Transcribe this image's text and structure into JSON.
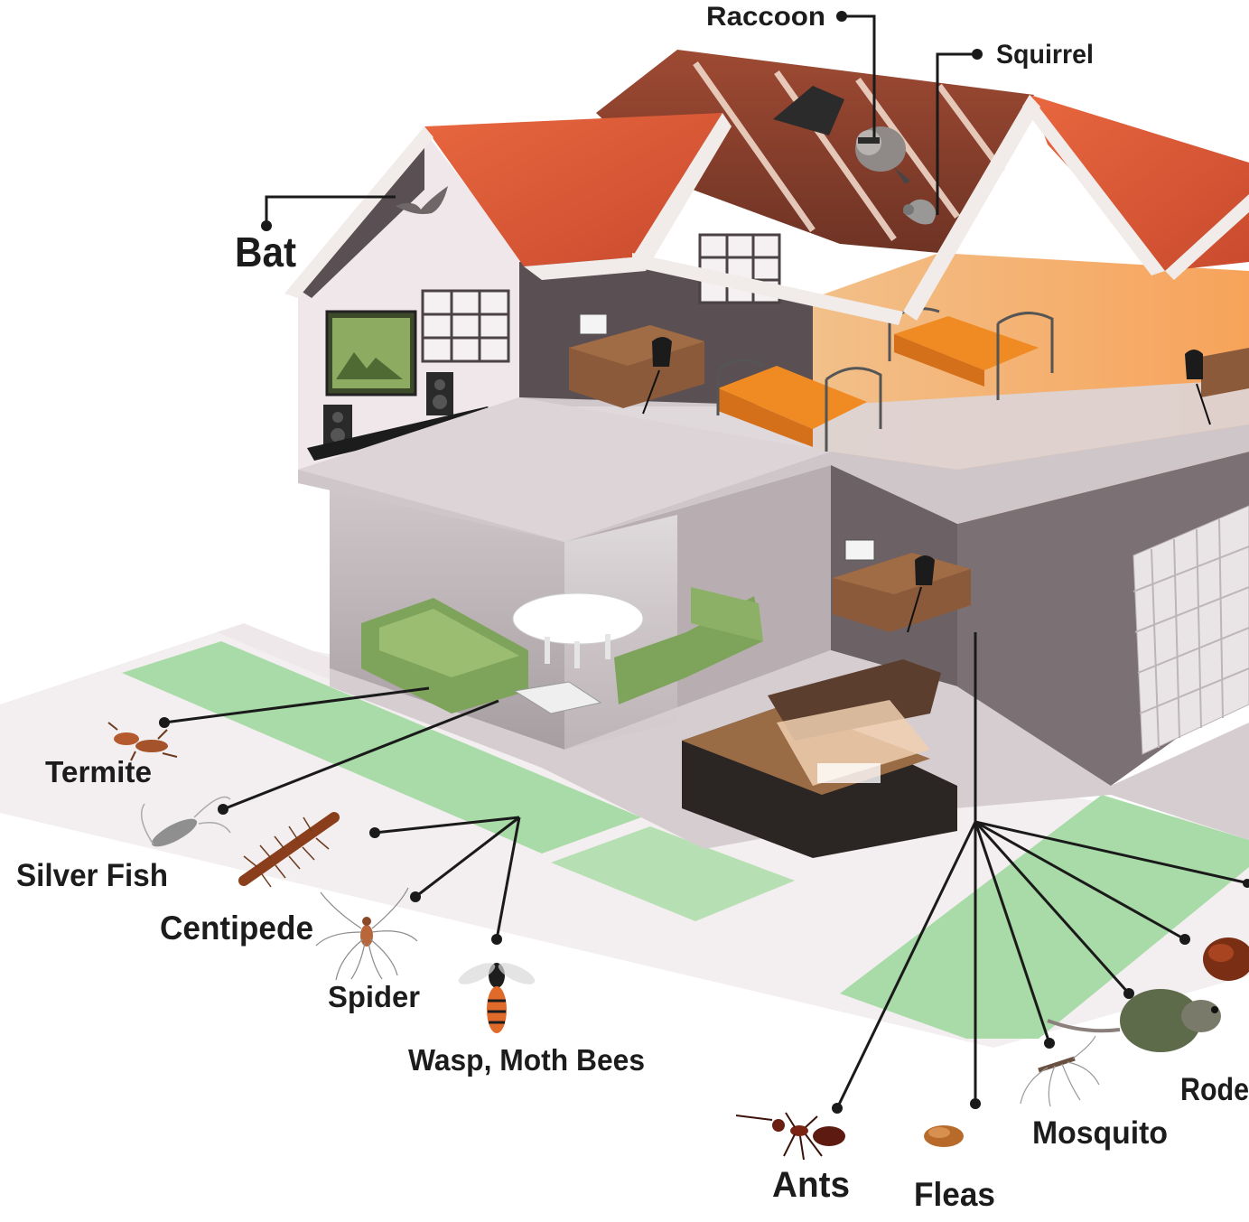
{
  "labels": {
    "raccoon": "Raccoon",
    "squirrel": "Squirrel",
    "bat": "Bat",
    "termite": "Termite",
    "silver_fish": "Silver Fish",
    "centipede": "Centipede",
    "spider": "Spider",
    "wasp": "Wasp, Moth Bees",
    "ants": "Ants",
    "fleas": "Fleas",
    "mosquito": "Mosquito",
    "rodents": "Rode"
  },
  "colors": {
    "roof": "#d9583a",
    "roof_dark": "#8c3b26",
    "wall_light": "#efe7ea",
    "wall_dark": "#5a4f52",
    "wall_warm": "#f6c27a",
    "floor": "#d8cfd2",
    "lawn": "#a9dba8",
    "bed": "#f08a22",
    "desk": "#8a5a3a",
    "leader_line": "#1a1a1a"
  },
  "icons": [
    "bat-icon",
    "raccoon-icon",
    "squirrel-icon",
    "termite-icon",
    "silverfish-icon",
    "centipede-icon",
    "spider-icon",
    "wasp-icon",
    "ant-icon",
    "flea-icon",
    "mosquito-icon",
    "rodent-icon",
    "beetle-icon"
  ]
}
